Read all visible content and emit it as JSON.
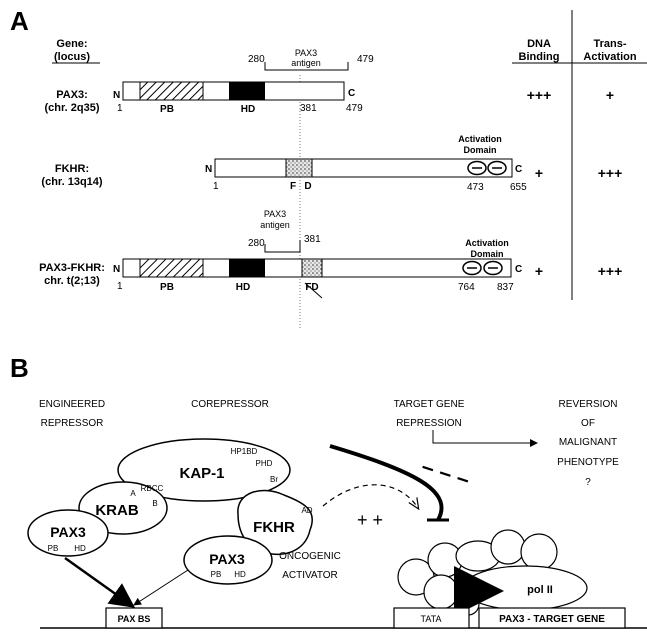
{
  "panel_a": {
    "label": "A",
    "col_gene": "Gene:",
    "col_locus": "(locus)",
    "col_dna_1": "DNA",
    "col_dna_2": "Binding",
    "col_trans_1": "Trans-",
    "col_trans_2": "Activation",
    "pax3": {
      "name": "PAX3:",
      "locus": "(chr. 2q35)",
      "n": "N",
      "c": "C",
      "start": "1",
      "pos_381": "381",
      "end": "479",
      "pb": "PB",
      "hd": "HD",
      "antigen_line1": "PAX3",
      "antigen_line2": "antigen",
      "antigen_start": "280",
      "antigen_end": "479",
      "dna": "+++",
      "trans": "+"
    },
    "fkhr": {
      "name": "FKHR:",
      "locus": "(chr. 13q14)",
      "n": "N",
      "c": "C",
      "start": "1",
      "f": "F",
      "d": "D",
      "ad_line1": "Activation",
      "ad_line2": "Domain",
      "ad_start": "473",
      "ad_end": "655",
      "dna": "+",
      "trans": "+++"
    },
    "fusion": {
      "name": "PAX3-FKHR:",
      "locus": "chr. t(2;13)",
      "n": "N",
      "c": "C",
      "start": "1",
      "pb": "PB",
      "hd": "HD",
      "fd": "FD",
      "antigen_line1": "PAX3",
      "antigen_line2": "antigen",
      "antigen_start": "280",
      "antigen_end": "381",
      "ad_line1": "Activation",
      "ad_line2": "Domain",
      "ad_start": "764",
      "ad_end": "837",
      "dna": "+",
      "trans": "+++"
    }
  },
  "panel_b": {
    "label": "B",
    "engineered_1": "ENGINEERED",
    "engineered_2": "REPRESSOR",
    "corepressor": "COREPRESSOR",
    "target_1": "TARGET GENE",
    "target_2": "REPRESSION",
    "reversion_1": "REVERSION",
    "reversion_2": "OF",
    "reversion_3": "MALIGNANT",
    "reversion_4": "PHENOTYPE",
    "reversion_5": "?",
    "kap1": "KAP-1",
    "hp1bd": "HP1BD",
    "phd": "PHD",
    "br": "Br",
    "rbcc": "RBCC",
    "krab": "KRAB",
    "a": "A",
    "b": "B",
    "pax3": "PAX3",
    "pb": "PB",
    "hd": "HD",
    "fkhr": "FKHR",
    "ad": "AD",
    "plus": "+ +",
    "minus": "– – –",
    "oncogenic_1": "ONCOGENIC",
    "oncogenic_2": "ACTIVATOR",
    "pax_bs": "PAX BS",
    "tata": "TATA",
    "pol2": "pol II",
    "target_gene": "PAX3 - TARGET GENE"
  }
}
